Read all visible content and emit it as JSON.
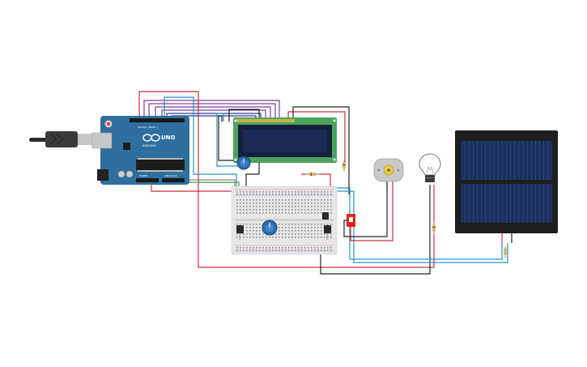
{
  "canvas": {
    "background": "#ffffff"
  },
  "arduino": {
    "board_name": "UNO",
    "brand_text": "ARDUINO",
    "pin_text_digital": "DIGITAL (PWM~)",
    "pin_text_power": "POWER",
    "pin_text_analog": "ANALOG IN",
    "board_color": "#2d6f9e",
    "icon": "arduino-logo-icon"
  },
  "components": {
    "lcd": {
      "type": "lcd-16x2",
      "pcb_color": "#4ba35c",
      "screen_color": "#1b2a55"
    },
    "potentiometer_lcd": {
      "type": "potentiometer"
    },
    "potentiometer_breadboard": {
      "type": "potentiometer"
    },
    "resistor_lcd": {
      "type": "resistor"
    },
    "resistor_motor": {
      "type": "resistor"
    },
    "resistor_solar": {
      "type": "resistor"
    },
    "temp_sensor_left": {
      "type": "temperature-sensor"
    },
    "temp_sensor_right": {
      "type": "temperature-sensor"
    },
    "slide_switch": {
      "type": "slide-switch",
      "color": "#e02020"
    },
    "dc_motor": {
      "type": "dc-motor",
      "icon": "motor-icon"
    },
    "light_bulb": {
      "type": "light-bulb",
      "icon": "bulb-icon"
    },
    "solar_panel": {
      "type": "solar-panel",
      "cell_color": "#1c2f5e"
    },
    "breadboard": {
      "type": "breadboard-small"
    }
  },
  "wire_colors": {
    "red": "#c8323a",
    "black": "#222222",
    "blue": "#2b8fc9",
    "purple": "#7d3f98",
    "green": "#3aa33d",
    "navy": "#2a3b8f",
    "gray": "#888888"
  }
}
